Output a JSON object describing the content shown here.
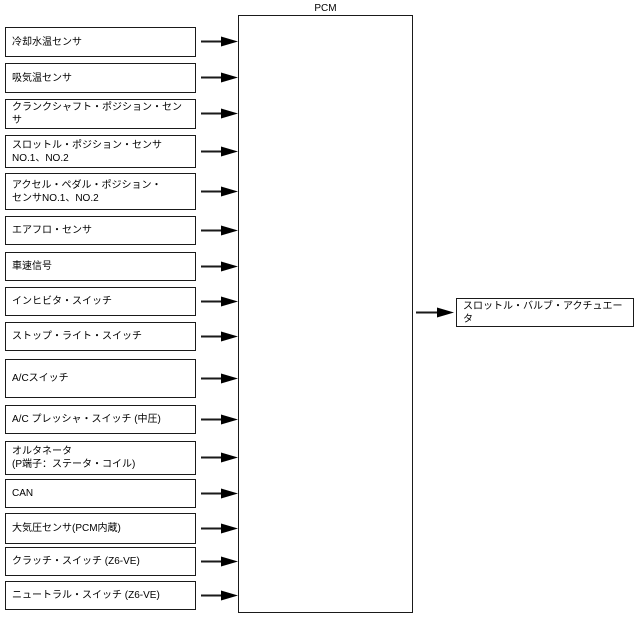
{
  "diagram": {
    "title": "PCM",
    "pcm": {
      "label": "PCM"
    },
    "inputs": [
      {
        "label": "冷却水温センサ"
      },
      {
        "label": "吸気温センサ"
      },
      {
        "label": "クランクシャフト・ポジション・センサ"
      },
      {
        "label": "スロットル・ポジション・センサ\nNO.1、NO.2"
      },
      {
        "label": "アクセル・ペダル・ポジション・\nセンサNO.1、NO.2"
      },
      {
        "label": "エアフロ・センサ"
      },
      {
        "label": "車速信号"
      },
      {
        "label": "インヒビタ・スイッチ"
      },
      {
        "label": "ストップ・ライト・スイッチ"
      },
      {
        "label": "A/Cスイッチ"
      },
      {
        "label": "A/C プレッシャ・スイッチ (中圧)"
      },
      {
        "label": "オルタネータ\n(P端子：ステータ・コイル)"
      },
      {
        "label": "CAN"
      },
      {
        "label": "大気圧センサ(PCM内蔵)"
      },
      {
        "label": "クラッチ・スイッチ (Z6-VE)"
      },
      {
        "label": "ニュートラル・スイッチ (Z6-VE)"
      }
    ],
    "outputs": [
      {
        "label": "スロットル・バルブ・アクチュエータ"
      }
    ],
    "colors": {
      "line": "#1a1a1a",
      "background": "#ffffff",
      "text": "#000000"
    }
  }
}
